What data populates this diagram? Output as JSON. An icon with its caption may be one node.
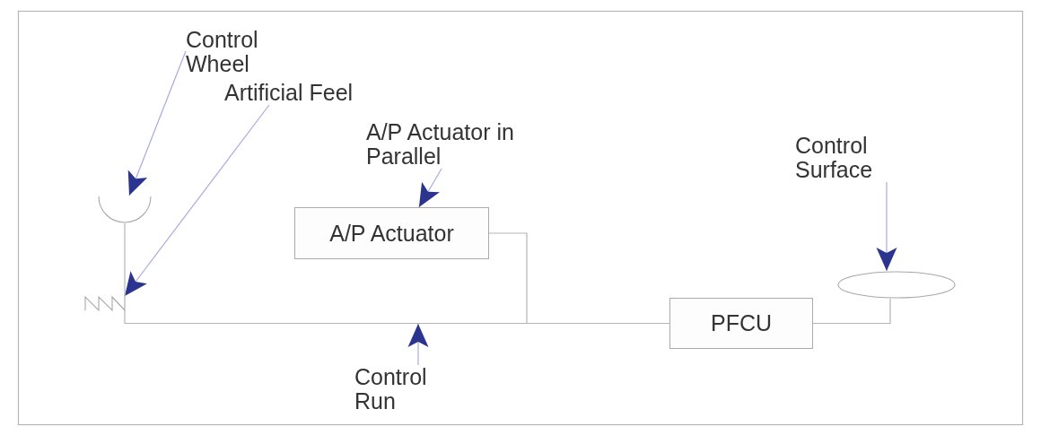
{
  "diagram": {
    "nodes": [
      {
        "text": [
          "Control Wheel"
        ]
      },
      {
        "text": [
          "Artificial Feel"
        ]
      },
      {
        "text": [
          "A/P Actuator in Parallel"
        ]
      },
      {
        "text": [
          "A/P Actuator"
        ]
      },
      {
        "text": [
          "Control Surface"
        ]
      },
      {
        "text": [
          "PFCU"
        ]
      },
      {
        "text": [
          "Control Run"
        ]
      },
      {
        "text": [],
        "shape": "arc"
      },
      {
        "text": [],
        "shape": "spring"
      },
      {
        "text": [],
        "shape": "ellipse"
      }
    ],
    "edges": [
      {
        "from": 0,
        "to": 7,
        "arrow": "to"
      },
      {
        "from": 1,
        "to": 8,
        "arrow": "to"
      },
      {
        "from": 2,
        "to": 3,
        "arrow": "to"
      },
      {
        "from": 4,
        "to": 9,
        "arrow": "to"
      },
      {
        "from": 6,
        "to": null,
        "arrow": "to"
      },
      {
        "from": 7,
        "to": 8,
        "arrow": "none",
        "color": "#b4b4b4"
      },
      {
        "from": 8,
        "to": 5,
        "arrow": "none",
        "color": "#b4b4b4"
      },
      {
        "from": 3,
        "to": 5,
        "arrow": "none",
        "color": "#b4b4b4"
      },
      {
        "from": 5,
        "to": 9,
        "arrow": "none",
        "color": "#b4b4b4"
      }
    ]
  }
}
